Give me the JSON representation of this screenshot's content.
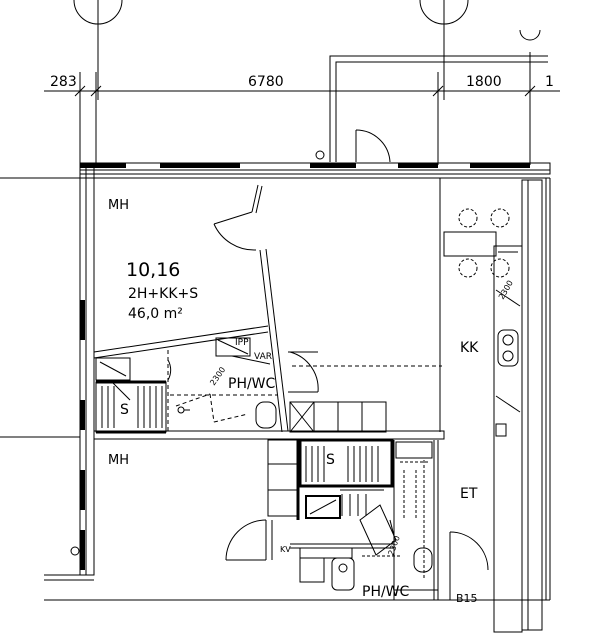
{
  "plan": {
    "dimensions": [
      "283",
      "6780",
      "1800",
      "1"
    ],
    "unit": {
      "number": "10,16",
      "type": "2H+KK+S",
      "area": "46,0 m²"
    },
    "rooms": {
      "mh_upper": "MH",
      "mh_lower": "MH",
      "kk": "KK",
      "et": "ET",
      "ph_wc_upper": "PH/WC",
      "ph_wc_lower": "PH/WC",
      "s_upper": "S",
      "s_lower": "S",
      "b15": "B15"
    },
    "fixtures": {
      "ipp": "IPP",
      "var": "VAR",
      "kv": "KV",
      "marks_2300": [
        "2300",
        "2300",
        "2300"
      ]
    }
  }
}
